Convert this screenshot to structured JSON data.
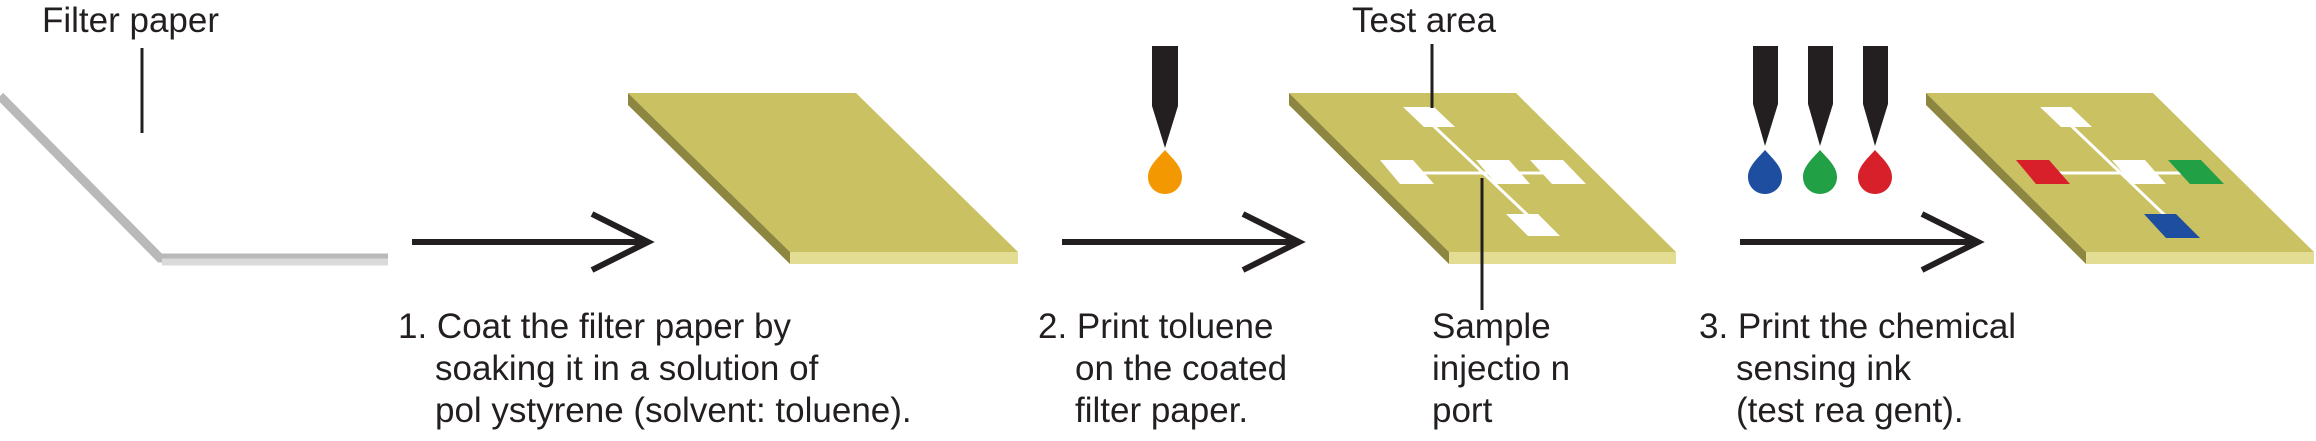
{
  "labels": {
    "filter_paper": "Filter paper",
    "test_area": "Test area",
    "sample_port": [
      "Sample",
      "injectio n",
      "port"
    ]
  },
  "steps": [
    {
      "lines": [
        "1. Coat the filter paper by",
        "soaking it in a solution of",
        "pol ystyrene (solvent: toluene)."
      ]
    },
    {
      "lines": [
        "2. Print toluene",
        "on the coated",
        "filter paper."
      ]
    },
    {
      "lines": [
        "3. Print the chemical",
        "sensing ink",
        "(test rea gent)."
      ]
    }
  ],
  "colors": {
    "text": "#231f20",
    "paper_top": "#c9c162",
    "paper_front": "#e3dd94",
    "paper_side": "#8c8640",
    "raw_paper_edge": "#b9b9b9",
    "raw_paper_bottom": "#dadada",
    "nozzle": "#231f20",
    "toluene_drop": "#f39800",
    "ink_blue": "#1d4ea0",
    "ink_green": "#22a046",
    "ink_red": "#d7202a",
    "zone_white": "#ffffff"
  }
}
